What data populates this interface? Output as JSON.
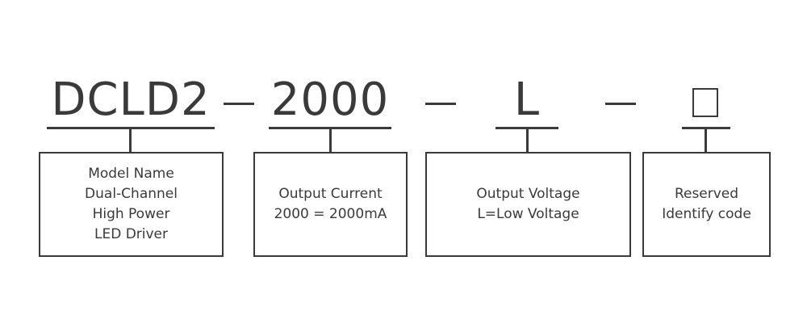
{
  "code": {
    "segments": [
      "DCLD2",
      "2000",
      "L",
      "□"
    ],
    "separator": "—"
  },
  "boxes": [
    {
      "lines": [
        "Model Name",
        "Dual-Channel",
        "High Power",
        "LED Driver"
      ]
    },
    {
      "lines": [
        "Output Current",
        "2000 = 2000mA"
      ]
    },
    {
      "lines": [
        "Output Voltage",
        "L=Low Voltage"
      ]
    },
    {
      "lines": [
        "Reserved",
        "Identify code"
      ]
    }
  ],
  "colors": {
    "ink": "#3a3a3a",
    "background": "#ffffff"
  }
}
